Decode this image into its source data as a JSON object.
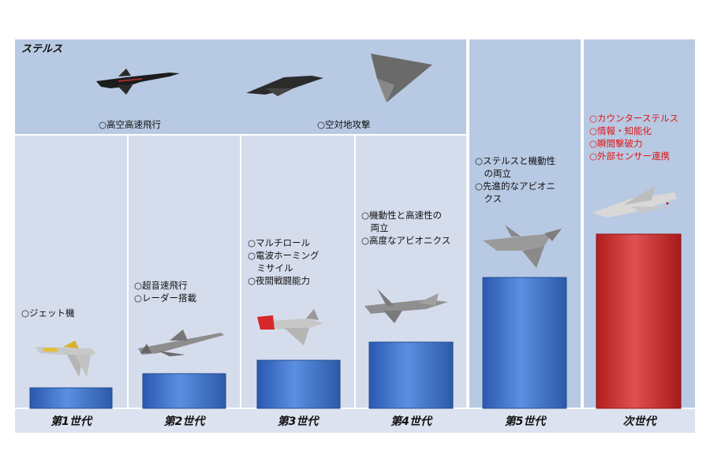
{
  "stealth_box": {
    "title": "ステルス",
    "feature_high_speed": "○高空高速飛行",
    "feature_ground_attack": "○空対地攻撃"
  },
  "generations": [
    {
      "label": "第1世代",
      "features": "○ジェット機",
      "level": 1
    },
    {
      "label": "第2世代",
      "features": "○超音速飛行\n○レーダー搭載",
      "level": 2
    },
    {
      "label": "第3世代",
      "features": "○マルチロール\n○電波ホーミング\n　ミサイル\n○夜間戦闘能力",
      "level": 3
    },
    {
      "label": "第4世代",
      "features": "○機動性と高速性の\n　両立\n○高度なアビオニクス",
      "level": 4
    },
    {
      "label": "第5世代",
      "features": "○ステルスと機動性\n　の両立\n○先進的なアビオニ\n　クス",
      "level": 8
    },
    {
      "label": "次世代",
      "features": "○カウンターステルス\n○情報・知能化\n○瞬間撃破力\n○外部センサー連携",
      "level": 11
    }
  ],
  "colors": {
    "panel_light": "#d5dcec",
    "panel_mid": "#b8c9e3",
    "bar_blue": "#3f74cc",
    "bar_red": "#d12f2f",
    "next_gen_text": "#e01515"
  }
}
